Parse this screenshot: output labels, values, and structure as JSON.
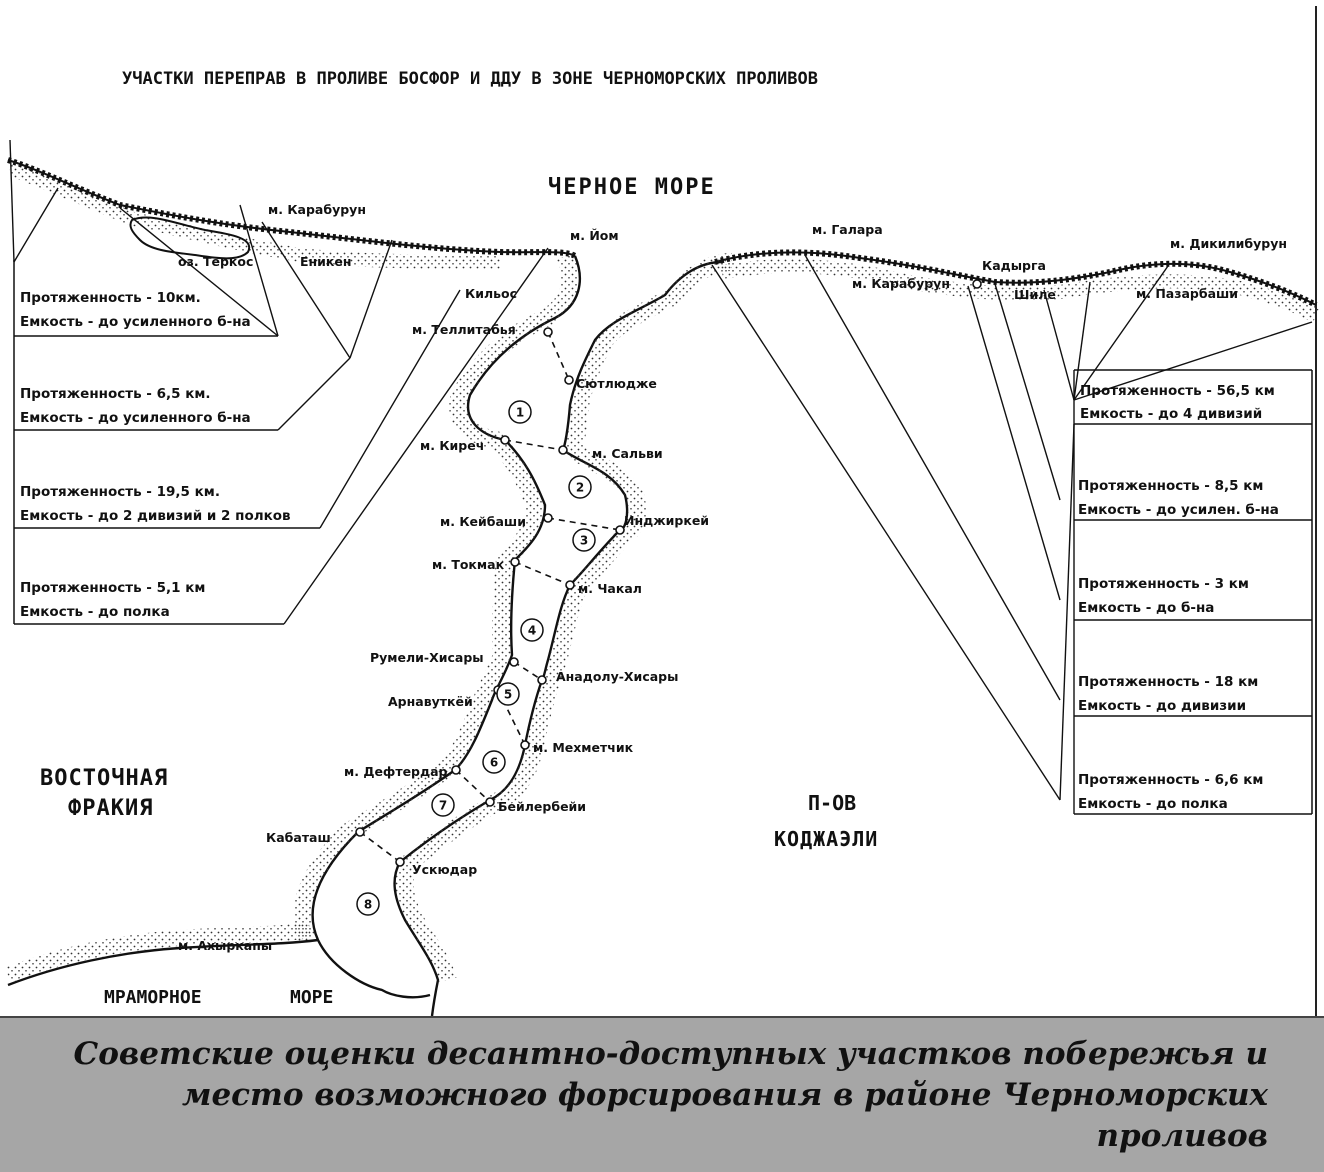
{
  "title": "УЧАСТКИ ПЕРЕПРАВ В ПРОЛИВЕ БОСФОР И ДДУ В ЗОНЕ ЧЕРНОМОРСКИХ ПРОЛИВОВ",
  "seas": {
    "black": "ЧЕРНОЕ МОРЕ",
    "marmara_1": "МРАМОРНОЕ",
    "marmara_2": "МОРЕ"
  },
  "regions": {
    "thrace_1": "ВОСТОЧНАЯ",
    "thrace_2": "ФРАКИЯ",
    "kocaeli_1": "П-ОВ",
    "kocaeli_2": "КОДЖАЭЛИ"
  },
  "places": {
    "karaburun_w": "м. Карабурун",
    "terkos": "оз. Теркос",
    "yeniken": "Еникен",
    "kilyos": "Кильос",
    "yom": "м. Йом",
    "telli": "м. Теллитабья",
    "syutlyudzhe": "Сютлюдже",
    "kirech": "м. Киреч",
    "salvi": "м. Сальви",
    "keybashi": "м. Кейбаши",
    "indzhirkey": "Инджиркей",
    "tokmak": "м. Токмак",
    "chakal": "м. Чакал",
    "rumeli": "Румели-Хисары",
    "anadolu": "Анадолу-Хисары",
    "arnavutkoy": "Арнавуткёй",
    "mekhmetchik": "м. Мехметчик",
    "defterdar": "м. Дефтердар",
    "beylerbey": "Бейлербейи",
    "kabatash": "Кабаташ",
    "uskudar": "Ускюдар",
    "akhyrkapy": "м. Ахыркапы",
    "galara": "м. Галара",
    "karaburun_e": "м. Карабурун",
    "kadyrga": "Кадырга",
    "shile": "Шиле",
    "pazarbashi": "м. Пазарбаши",
    "dikilburun": "м. Дикилибурун"
  },
  "crossings": [
    "1",
    "2",
    "3",
    "4",
    "5",
    "6",
    "7",
    "8"
  ],
  "left_boxes": [
    {
      "l1": "Протяженность - 10км.",
      "l2": "Емкость - до усиленного б-на"
    },
    {
      "l1": "Протяженность - 6,5 км.",
      "l2": "Емкость - до усиленного б-на"
    },
    {
      "l1": "Протяженность - 19,5 км.",
      "l2": "Емкость - до 2 дивизий и 2 полков"
    },
    {
      "l1": "Протяженность - 5,1 км",
      "l2": "Емкость - до полка"
    }
  ],
  "right_boxes": [
    {
      "l1": "Протяженность - 56,5 км",
      "l2": "Емкость - до 4 дивизий"
    },
    {
      "l1": "Протяженность - 8,5 км",
      "l2": "Емкость - до усилен. б-на"
    },
    {
      "l1": "Протяженность - 3 км",
      "l2": "Емкость - до б-на"
    },
    {
      "l1": "Протяженность - 18 км",
      "l2": "Емкость - до дивизии"
    },
    {
      "l1": "Протяженность - 6,6 км",
      "l2": "Емкость - до полка"
    }
  ],
  "caption": "Советские оценки десантно-доступных участков побережья и место возможного форсирования в районе Черноморских проливов"
}
